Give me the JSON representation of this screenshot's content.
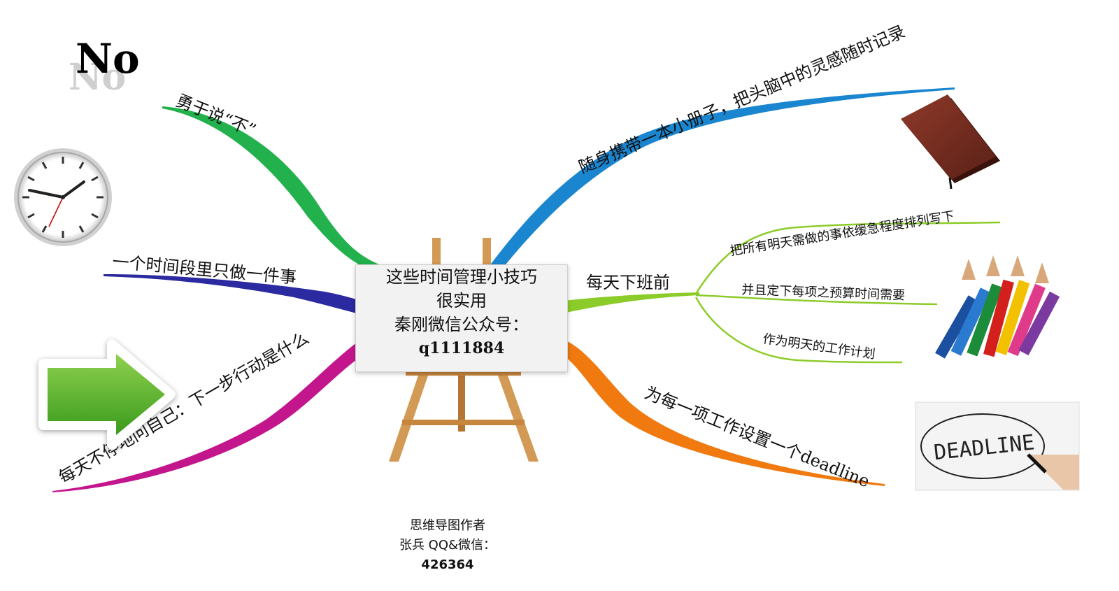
{
  "center": {
    "lines": [
      "这些时间管理小技巧",
      "很实用",
      "秦刚微信公众号：",
      "q1111884"
    ]
  },
  "branches": {
    "say_no": "勇于说“不”",
    "notebook": "随身携带一本小册子，把头脑中的灵感随时记录",
    "one_thing": "一个时间段里只做一件事",
    "before_work_end": "每天下班前",
    "sub_list": "把所有明天需做的事依缓急程度排列写下",
    "sub_budget": "并且定下每项之预算时间需要",
    "sub_plan": "作为明天的工作计划",
    "ask_self": "每天不停地问自己：下一步行动是什么",
    "deadline": "为每一项工作设置一个deadline"
  },
  "images": {
    "no_logo": "No",
    "deadline_word": "DEADLINE"
  },
  "author": {
    "line1": "思维导图作者",
    "line2": "张兵 QQ&微信：",
    "line3": "426364"
  },
  "colors": {
    "green": "#22b14c",
    "blue": "#1a86d0",
    "navy": "#2b2aa0",
    "lime": "#8ccc2a",
    "magenta": "#c4168c",
    "orange": "#f07a10"
  }
}
